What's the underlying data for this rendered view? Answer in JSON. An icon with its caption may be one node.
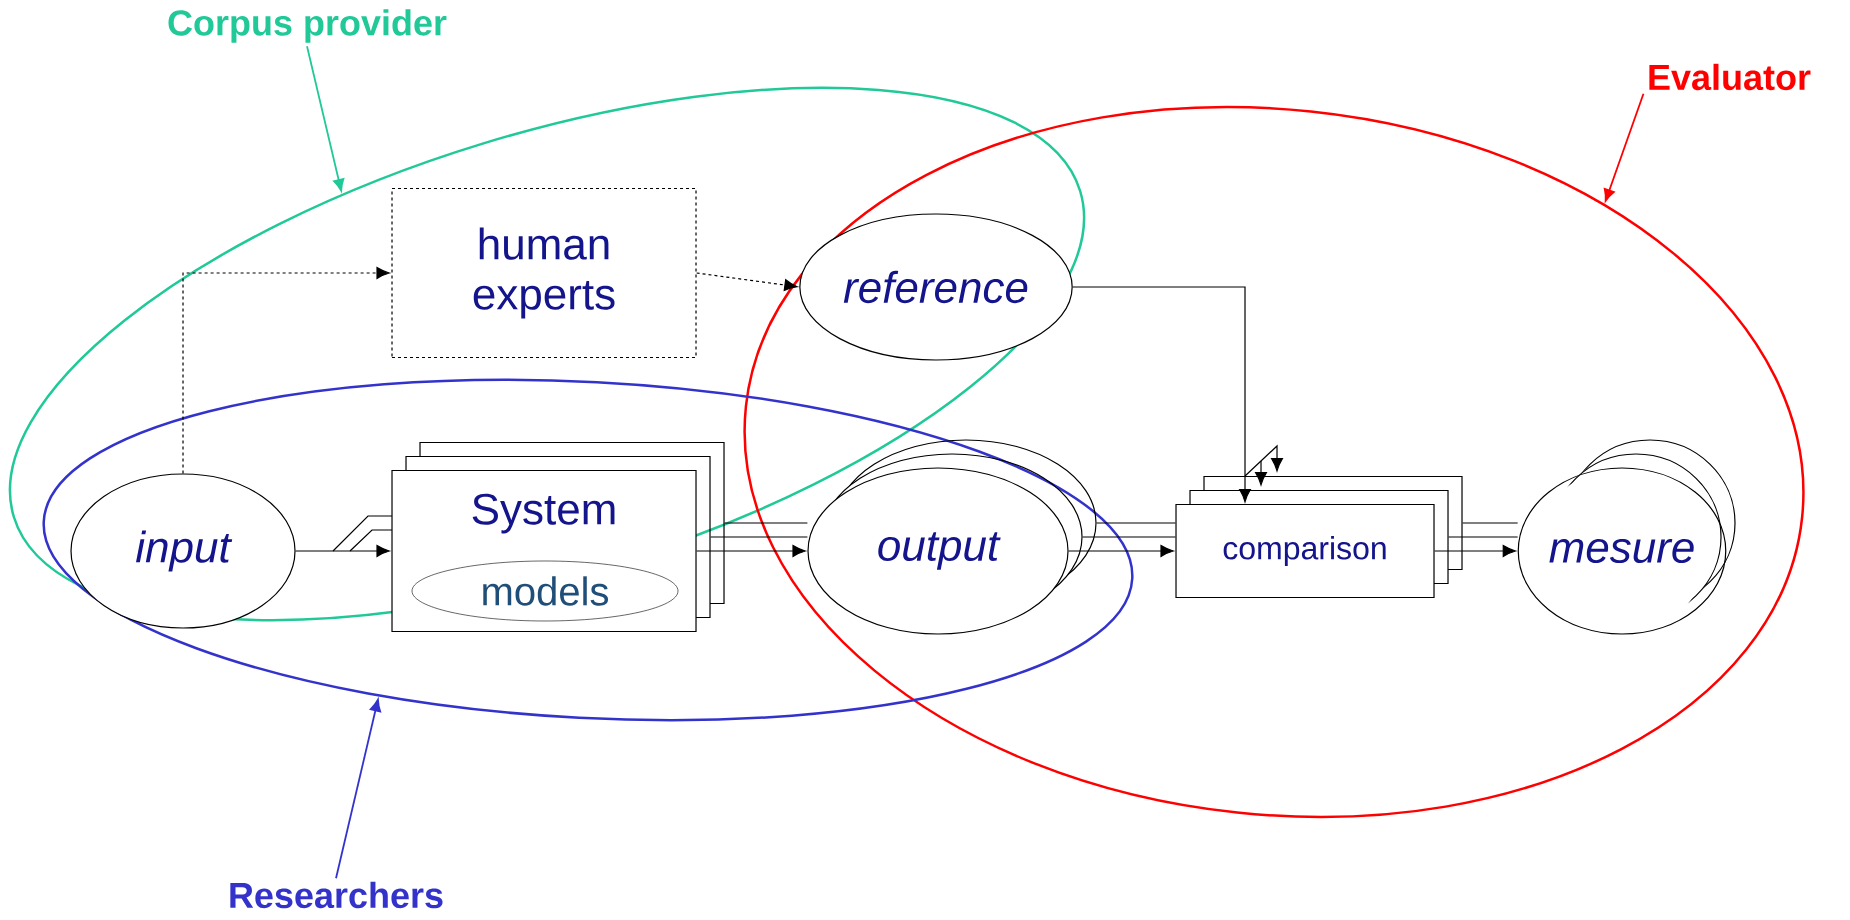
{
  "diagram": {
    "nodes": [
      {
        "text": [
          "Corpus provider"
        ]
      },
      {
        "text": [
          "Evaluator"
        ]
      },
      {
        "text": [
          "Researchers"
        ]
      },
      {
        "text": [
          "input"
        ]
      },
      {
        "text": [
          "human experts"
        ]
      },
      {
        "text": [
          "reference"
        ]
      },
      {
        "text": [
          "System"
        ]
      },
      {
        "text": [
          "models"
        ],
        "in": 6
      },
      {
        "text": [
          "output"
        ]
      },
      {
        "text": [
          "comparison"
        ]
      },
      {
        "text": [
          "mesure"
        ]
      }
    ],
    "edges": [
      {
        "from": 0,
        "to": null,
        "arrow": "to",
        "color": "#20c997"
      },
      {
        "from": 1,
        "to": null,
        "arrow": "to",
        "color": "#ff0000"
      },
      {
        "from": 2,
        "to": null,
        "arrow": "to",
        "color": "#3333cc"
      },
      {
        "from": 3,
        "to": 4,
        "arrow": "to",
        "style": "dashed"
      },
      {
        "from": 4,
        "to": 5,
        "arrow": "to",
        "style": "dashed"
      },
      {
        "from": 3,
        "to": 6,
        "arrow": "to"
      },
      {
        "from": 6,
        "to": 8,
        "arrow": "to"
      },
      {
        "from": 5,
        "to": 9,
        "arrow": "to"
      },
      {
        "from": 8,
        "to": 9,
        "arrow": "to"
      },
      {
        "from": 9,
        "to": 10,
        "arrow": "to"
      },
      {
        "from": 6,
        "to": 8,
        "arrow": "none"
      },
      {
        "from": 6,
        "to": 8,
        "arrow": "none"
      },
      {
        "from": 8,
        "to": 9,
        "arrow": "none"
      },
      {
        "from": 8,
        "to": 9,
        "arrow": "none"
      },
      {
        "from": 9,
        "to": 10,
        "arrow": "none"
      },
      {
        "from": 9,
        "to": 10,
        "arrow": "none"
      }
    ]
  }
}
